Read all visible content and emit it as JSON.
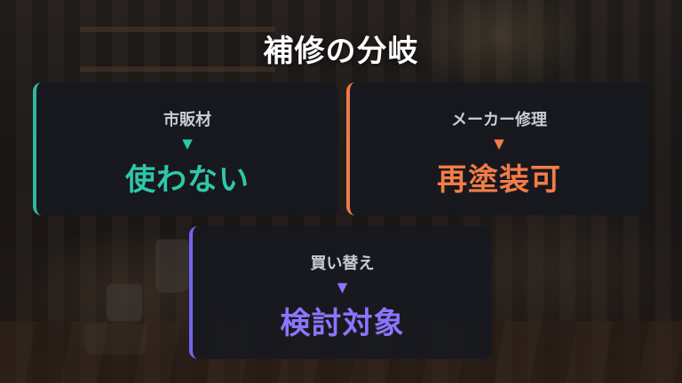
{
  "title": "補修の分岐",
  "cards": [
    {
      "label": "市販材",
      "arrow": "▼",
      "result": "使わない",
      "color": "#2fc7a9"
    },
    {
      "label": "メーカー修理",
      "arrow": "▼",
      "result": "再塗装可",
      "color": "#f47c48"
    },
    {
      "label": "買い替え",
      "arrow": "▼",
      "result": "検討対象",
      "color": "#8d74ff"
    }
  ]
}
